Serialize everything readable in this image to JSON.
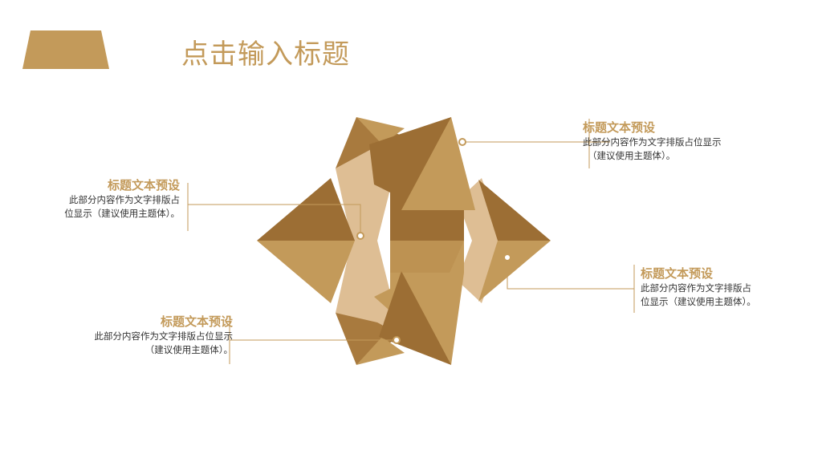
{
  "slide": {
    "title": "点击输入标题",
    "accent_color": "#C39A5A",
    "blocks": [
      {
        "id": "top-left",
        "heading": "标题文本预设",
        "body_line1": "此部分内容作为文字排版占",
        "body_line2": "位显示（建议使用主题体）。"
      },
      {
        "id": "top-right",
        "heading": "标题文本预设",
        "body_line1": "此部分内容作为文字排版占位显示",
        "body_line2": "（建议使用主题体）。"
      },
      {
        "id": "bottom-right",
        "heading": "标题文本预设",
        "body_line1": "此部分内容作为文字排版占",
        "body_line2": "位显示（建议使用主题体）。"
      },
      {
        "id": "bottom-left",
        "heading": "标题文本预设",
        "body_line1": "此部分内容作为文字排版占位显示",
        "body_line2": "（建议使用主题体）。"
      }
    ]
  }
}
